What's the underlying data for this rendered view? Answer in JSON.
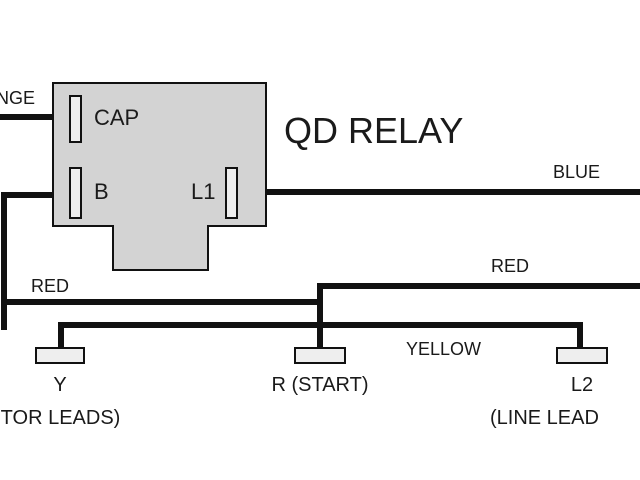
{
  "diagram": {
    "title": "QD RELAY",
    "relay_terminals": {
      "cap": "CAP",
      "b": "B",
      "l1": "L1"
    },
    "wires": {
      "orange": "NGE",
      "blue": "BLUE",
      "red_left": "RED",
      "red_right": "RED",
      "yellow": "YELLOW"
    },
    "bottom_terminals": {
      "y": "Y",
      "r": "R (START)",
      "l2": "L2"
    },
    "group_labels": {
      "motor_leads": "-TOR LEADS)",
      "line_leads": "(LINE LEAD"
    },
    "colors": {
      "wire": "#111111",
      "relay_body": "#d3d3d3",
      "background": "#ffffff"
    }
  }
}
